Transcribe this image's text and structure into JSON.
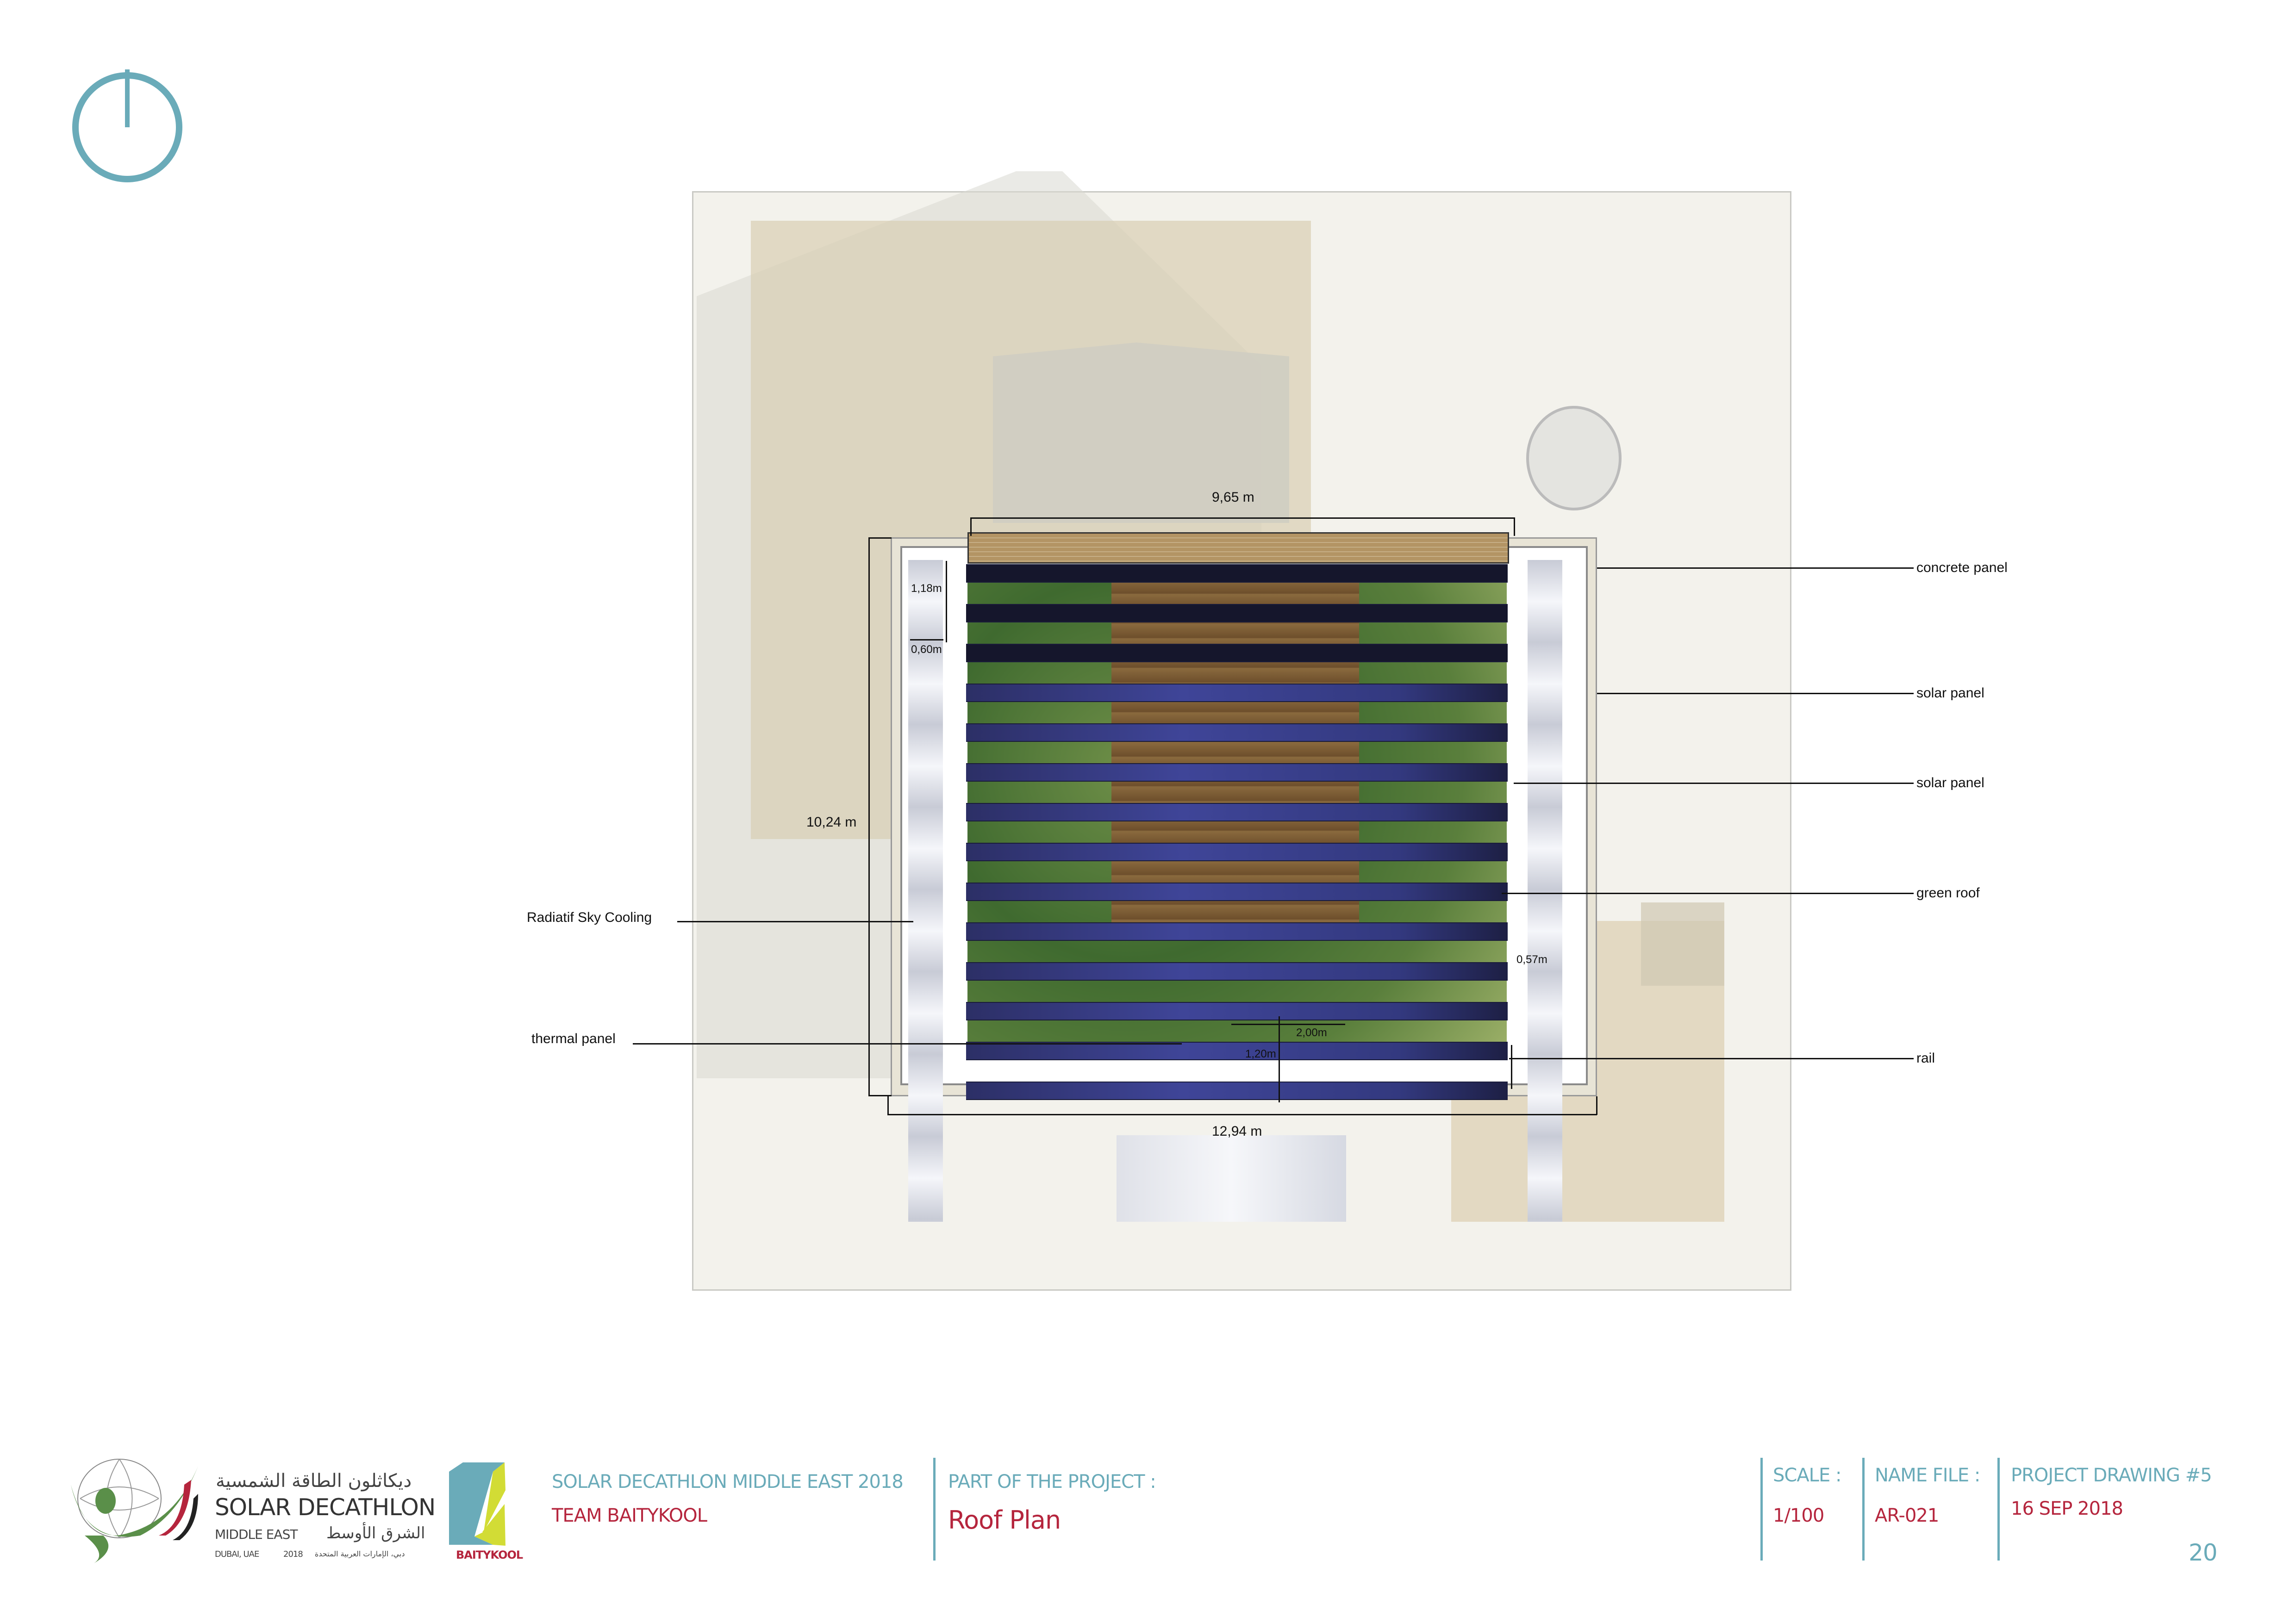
{
  "drawing": {
    "dimensions": {
      "roof_width": "9,65 m",
      "overall_width": "12,94 m",
      "overall_depth": "10,24 m",
      "cooling_panel_length": "1,18m",
      "cooling_panel_width": "0,60m",
      "solar_panel_width": "0,57m",
      "thermal_panel_length": "2,00m",
      "thermal_panel_width": "1,20m"
    },
    "labels": {
      "concrete_panel": "concrete panel",
      "solar_panel_1": "solar panel",
      "solar_panel_2": "solar panel",
      "green_roof": "green roof",
      "rail": "rail",
      "radiatif_sky_cooling": "Radiatif Sky Cooling",
      "thermal_panel": "thermal panel"
    },
    "solar_panel_count": 14
  },
  "footer": {
    "logo": {
      "arabic_title": "ديكاثلون الطاقة الشمسية",
      "title": "SOLAR DECATHLON",
      "region": "MIDDLE EAST",
      "region_arabic": "الشرق الأوسط",
      "location": "DUBAI, UAE",
      "year": "2018",
      "location_arabic": "دبي، الإمارات العربية المتحدة"
    },
    "team_logo_text": "BAITYKOOL",
    "competition": "SOLAR DECATHLON MIDDLE EAST 2018",
    "team": "TEAM BAITYKOOL",
    "part_label": "PART OF THE PROJECT :",
    "part_value": "Roof Plan",
    "scale_label": "SCALE :",
    "scale_value": "1/100",
    "name_file_label": "NAME FILE :",
    "name_file_value": "AR-021",
    "drawing_label": "PROJECT DRAWING #5",
    "date": "16 SEP 2018",
    "page_number": "20"
  },
  "colors": {
    "teal": "#6aabb9",
    "red": "#b5253d",
    "panel": "#3f4598",
    "green": "#4f7a35",
    "wood": "#7a5a34"
  }
}
